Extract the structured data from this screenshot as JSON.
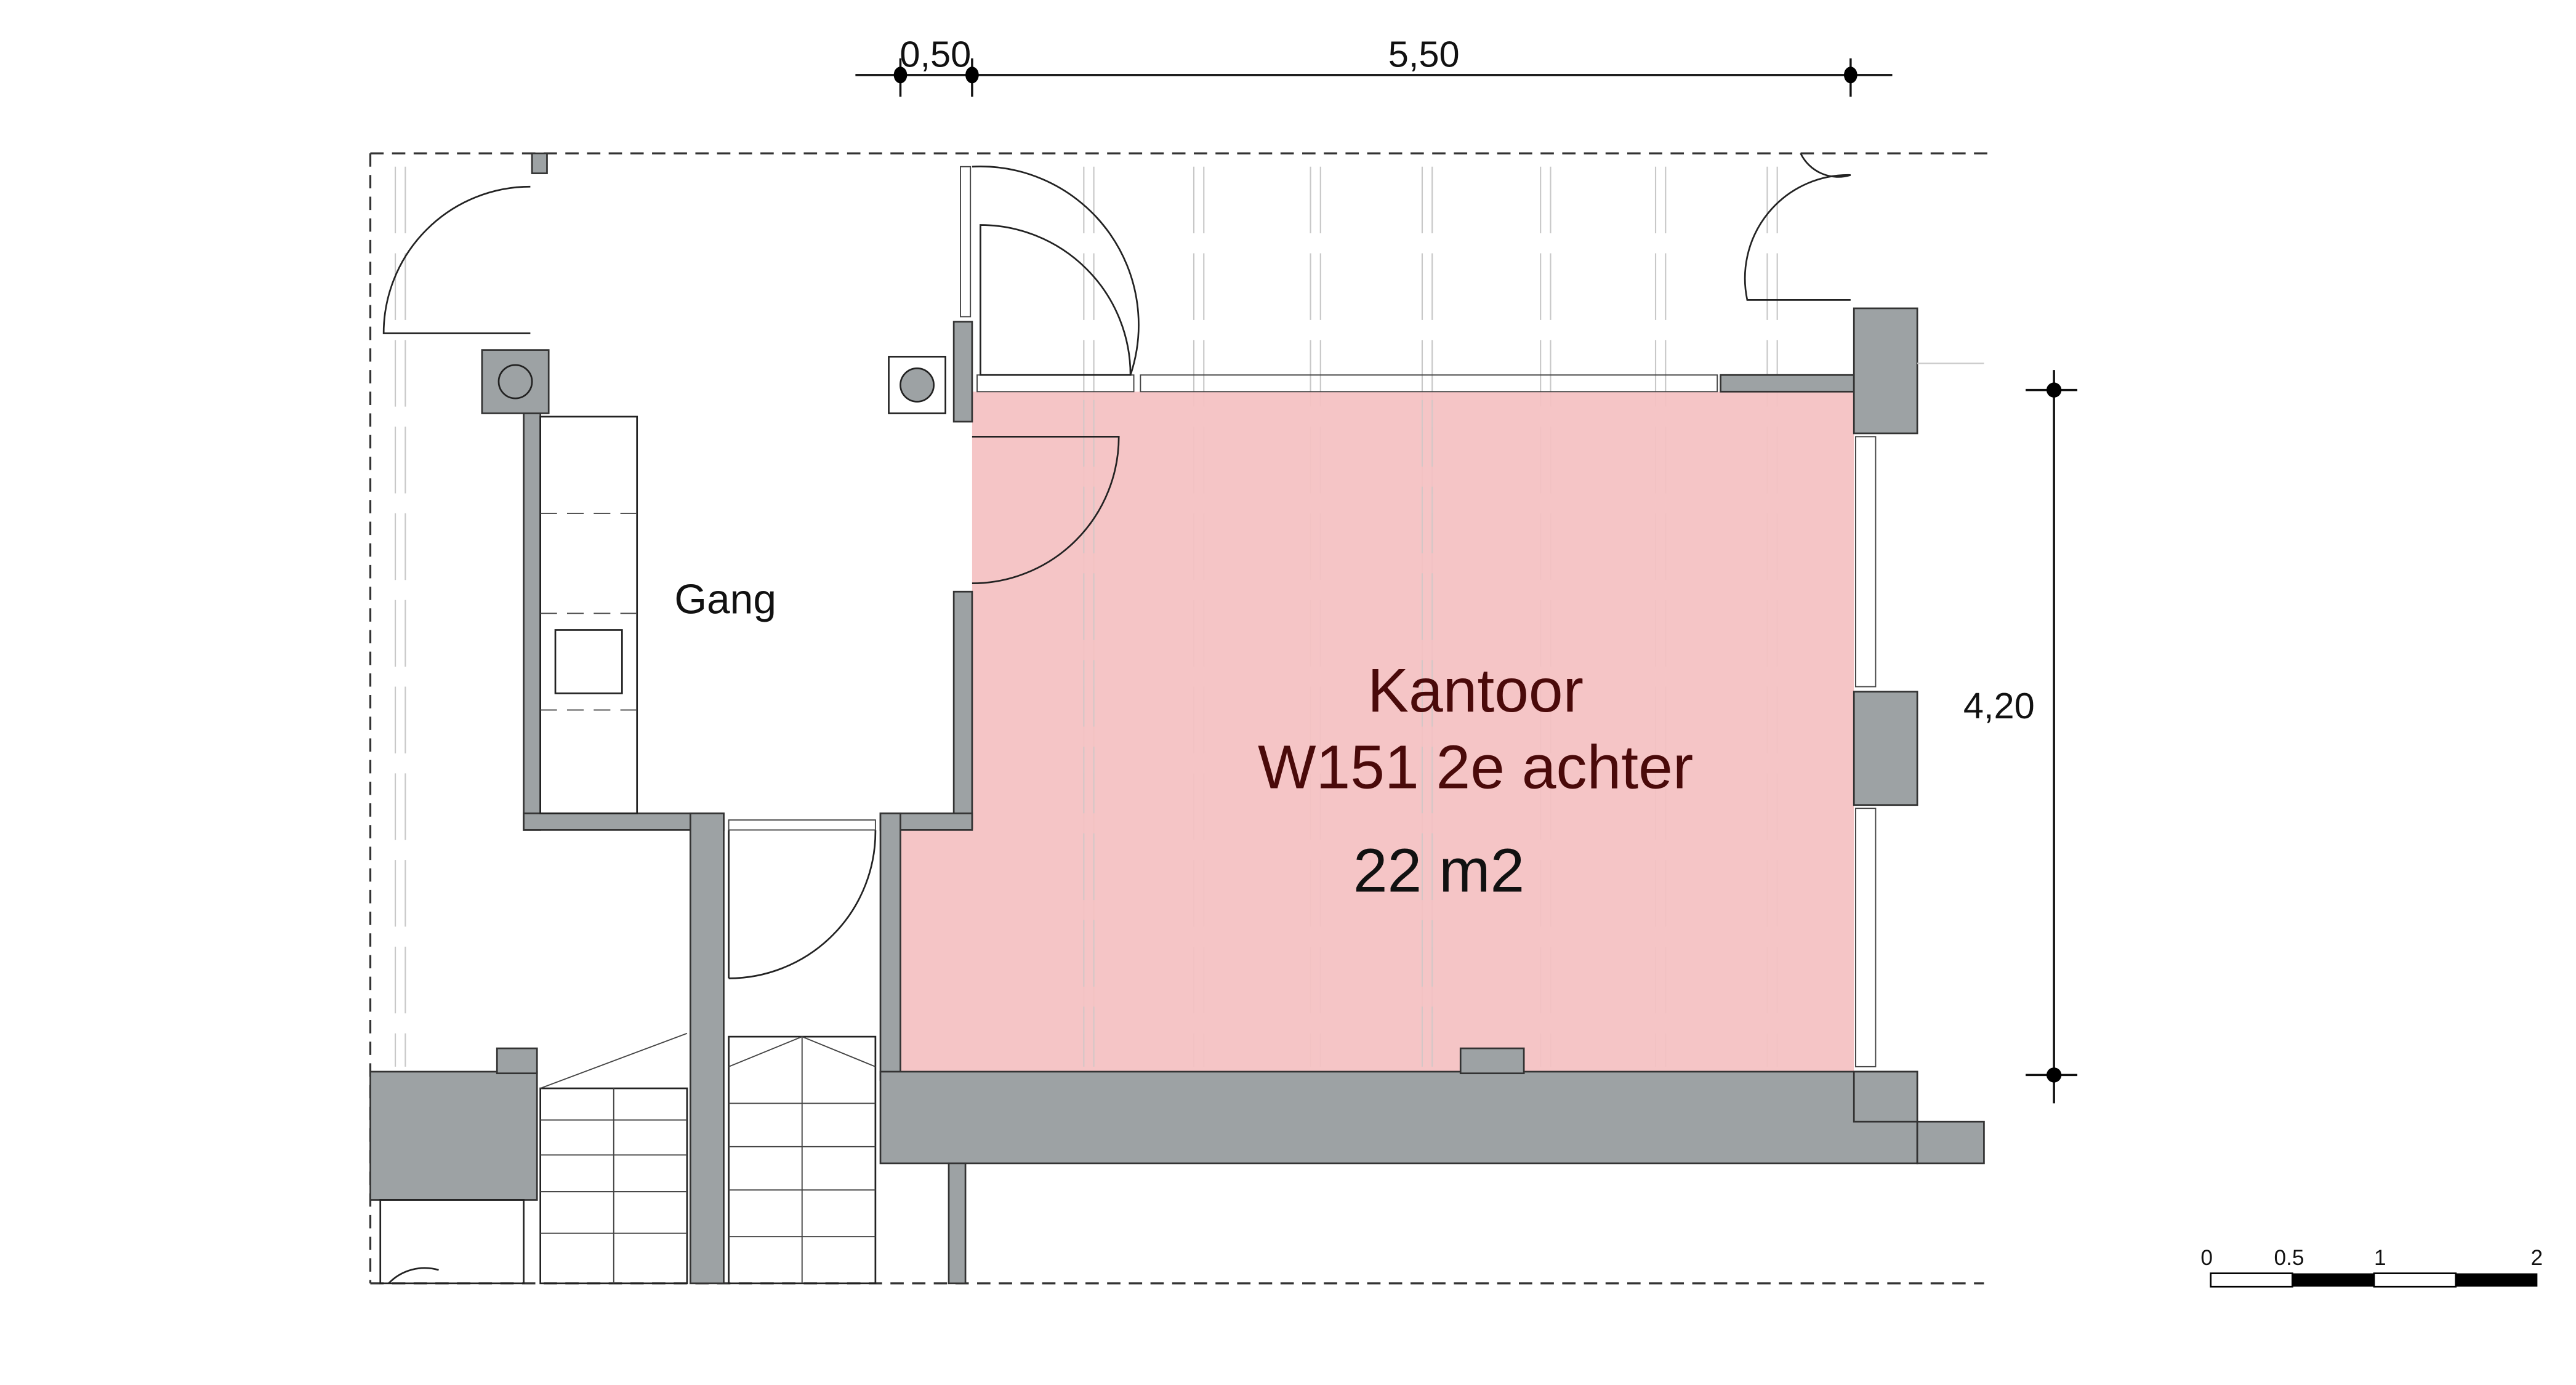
{
  "colors": {
    "room_fill": "#f4c2c3",
    "wall": "#9da2a4",
    "room_text": "#4a0a0a"
  },
  "rooms": {
    "gang": {
      "label": "Gang"
    },
    "kantoor": {
      "name": "Kantoor",
      "code": "W151 2e achter",
      "area": "22 m2"
    }
  },
  "dimensions": {
    "top_small": "0,50",
    "top_large": "5,50",
    "right": "4,20"
  },
  "scale_bar": {
    "ticks": [
      "0",
      "0.5",
      "1",
      "2"
    ]
  }
}
